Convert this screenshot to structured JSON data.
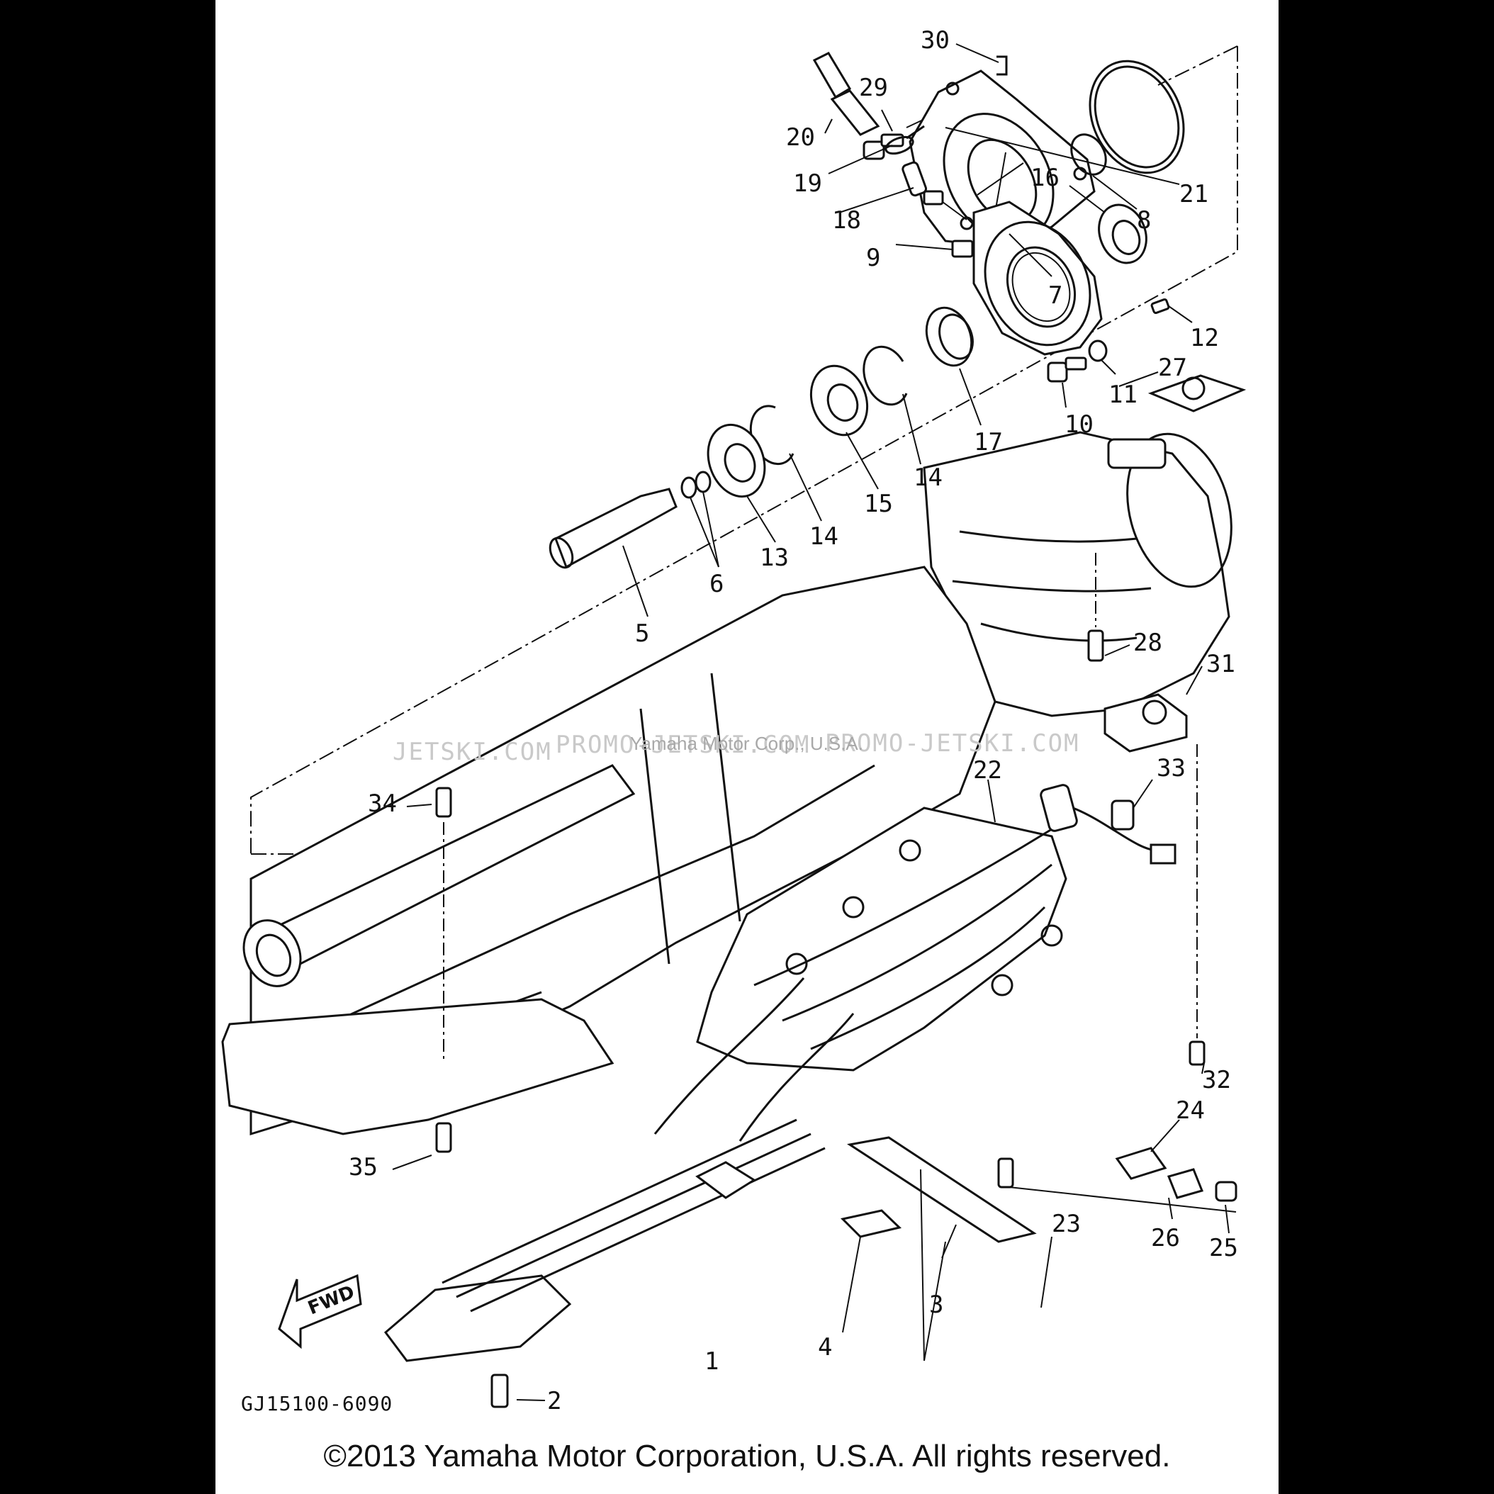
{
  "diagram": {
    "part_number": "GJ15100-6090",
    "fwd_label": "FWD",
    "watermarks": [
      "JETSKI.COM",
      "PROMO-JETSKI.COM",
      "PROMO-JETSKI.COM",
      "Yamaha Motor Corp., U.S.A."
    ],
    "callouts": [
      "30",
      "29",
      "20",
      "19",
      "18",
      "16",
      "9",
      "21",
      "8",
      "7",
      "12",
      "11",
      "10",
      "17",
      "14",
      "15",
      "14",
      "13",
      "6",
      "5",
      "27",
      "28",
      "31",
      "33",
      "22",
      "34",
      "32",
      "24",
      "35",
      "23",
      "26",
      "25",
      "3",
      "4",
      "1",
      "2"
    ]
  },
  "footer": {
    "copyright": "©2013 Yamaha Motor Corporation, U.S.A. All rights reserved."
  }
}
